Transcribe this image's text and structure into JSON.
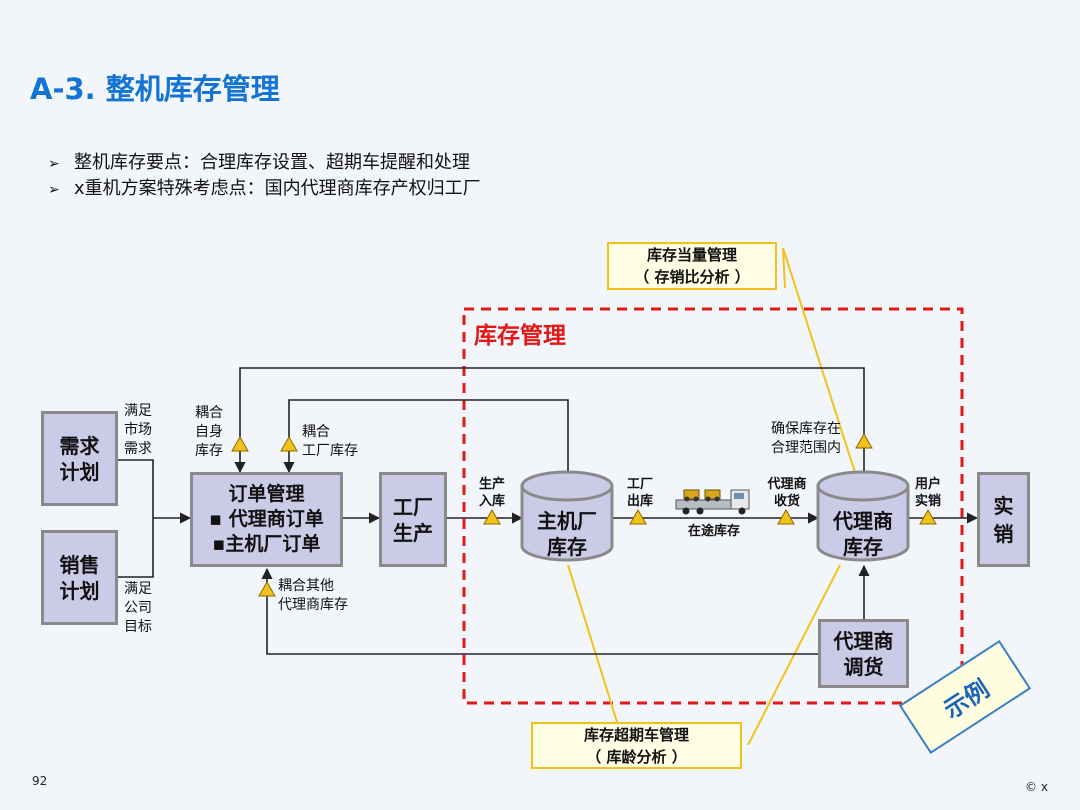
{
  "title": "A-3. 整机库存管理",
  "bullets": [
    "整机库存要点：合理库存设置、超期车提醒和处理",
    "x重机方案特殊考虑点：国内代理商库存产权归工厂"
  ],
  "boxes": {
    "demand_plan": [
      "需求",
      "计划"
    ],
    "sales_plan": [
      "销售",
      "计划"
    ],
    "order_mgmt": [
      "订单管理",
      "▪ 代理商订单",
      "▪主机厂订单"
    ],
    "factory_production": [
      "工厂",
      "生产"
    ],
    "dealer_transfer": [
      "代理商",
      "调货"
    ],
    "actual_sales": [
      "实",
      "销"
    ]
  },
  "cylinders": {
    "oem_inventory": [
      "主机厂",
      "库存"
    ],
    "dealer_inventory": [
      "代理商",
      "库存"
    ]
  },
  "labels": {
    "meet_market_demand": [
      "满足",
      "市场",
      "需求"
    ],
    "meet_company_target": [
      "满足",
      "公司",
      "目标"
    ],
    "couple_own_inventory": [
      "耦合",
      "自身",
      "库存"
    ],
    "couple_factory_inventory": [
      "耦合",
      "工厂库存"
    ],
    "couple_other_dealer_inventory": [
      "耦合其他",
      "代理商库存"
    ],
    "ensure_reasonable_inventory": [
      "确保库存在",
      "合理范围内"
    ],
    "production_inbound": [
      "生产",
      "入库"
    ],
    "factory_outbound": [
      "工厂",
      "出库"
    ],
    "dealer_receipt": [
      "代理商",
      "收货"
    ],
    "customer_sales": [
      "用户",
      "实销"
    ],
    "in_transit_inventory": "在途库存"
  },
  "red_section_title": "库存管理",
  "notes": {
    "equivalent": [
      "库存当量管理",
      "（ 存销比分析 ）"
    ],
    "overdue": [
      "库存超期车管理",
      "（ 库龄分析 ）"
    ]
  },
  "stamp": "示例",
  "page_number": "92",
  "copyright": "© x",
  "colors": {
    "title": "#1474d4",
    "box_fill": "#cbcbe8",
    "box_border": "#8a8a8a",
    "red_dashed": "#e01818",
    "yellow_line": "#f2c21b",
    "triangle": "#f2c21b",
    "note_fill": "#fffde3"
  },
  "icons": [
    "truck-icon",
    "caution-triangle-icon"
  ]
}
